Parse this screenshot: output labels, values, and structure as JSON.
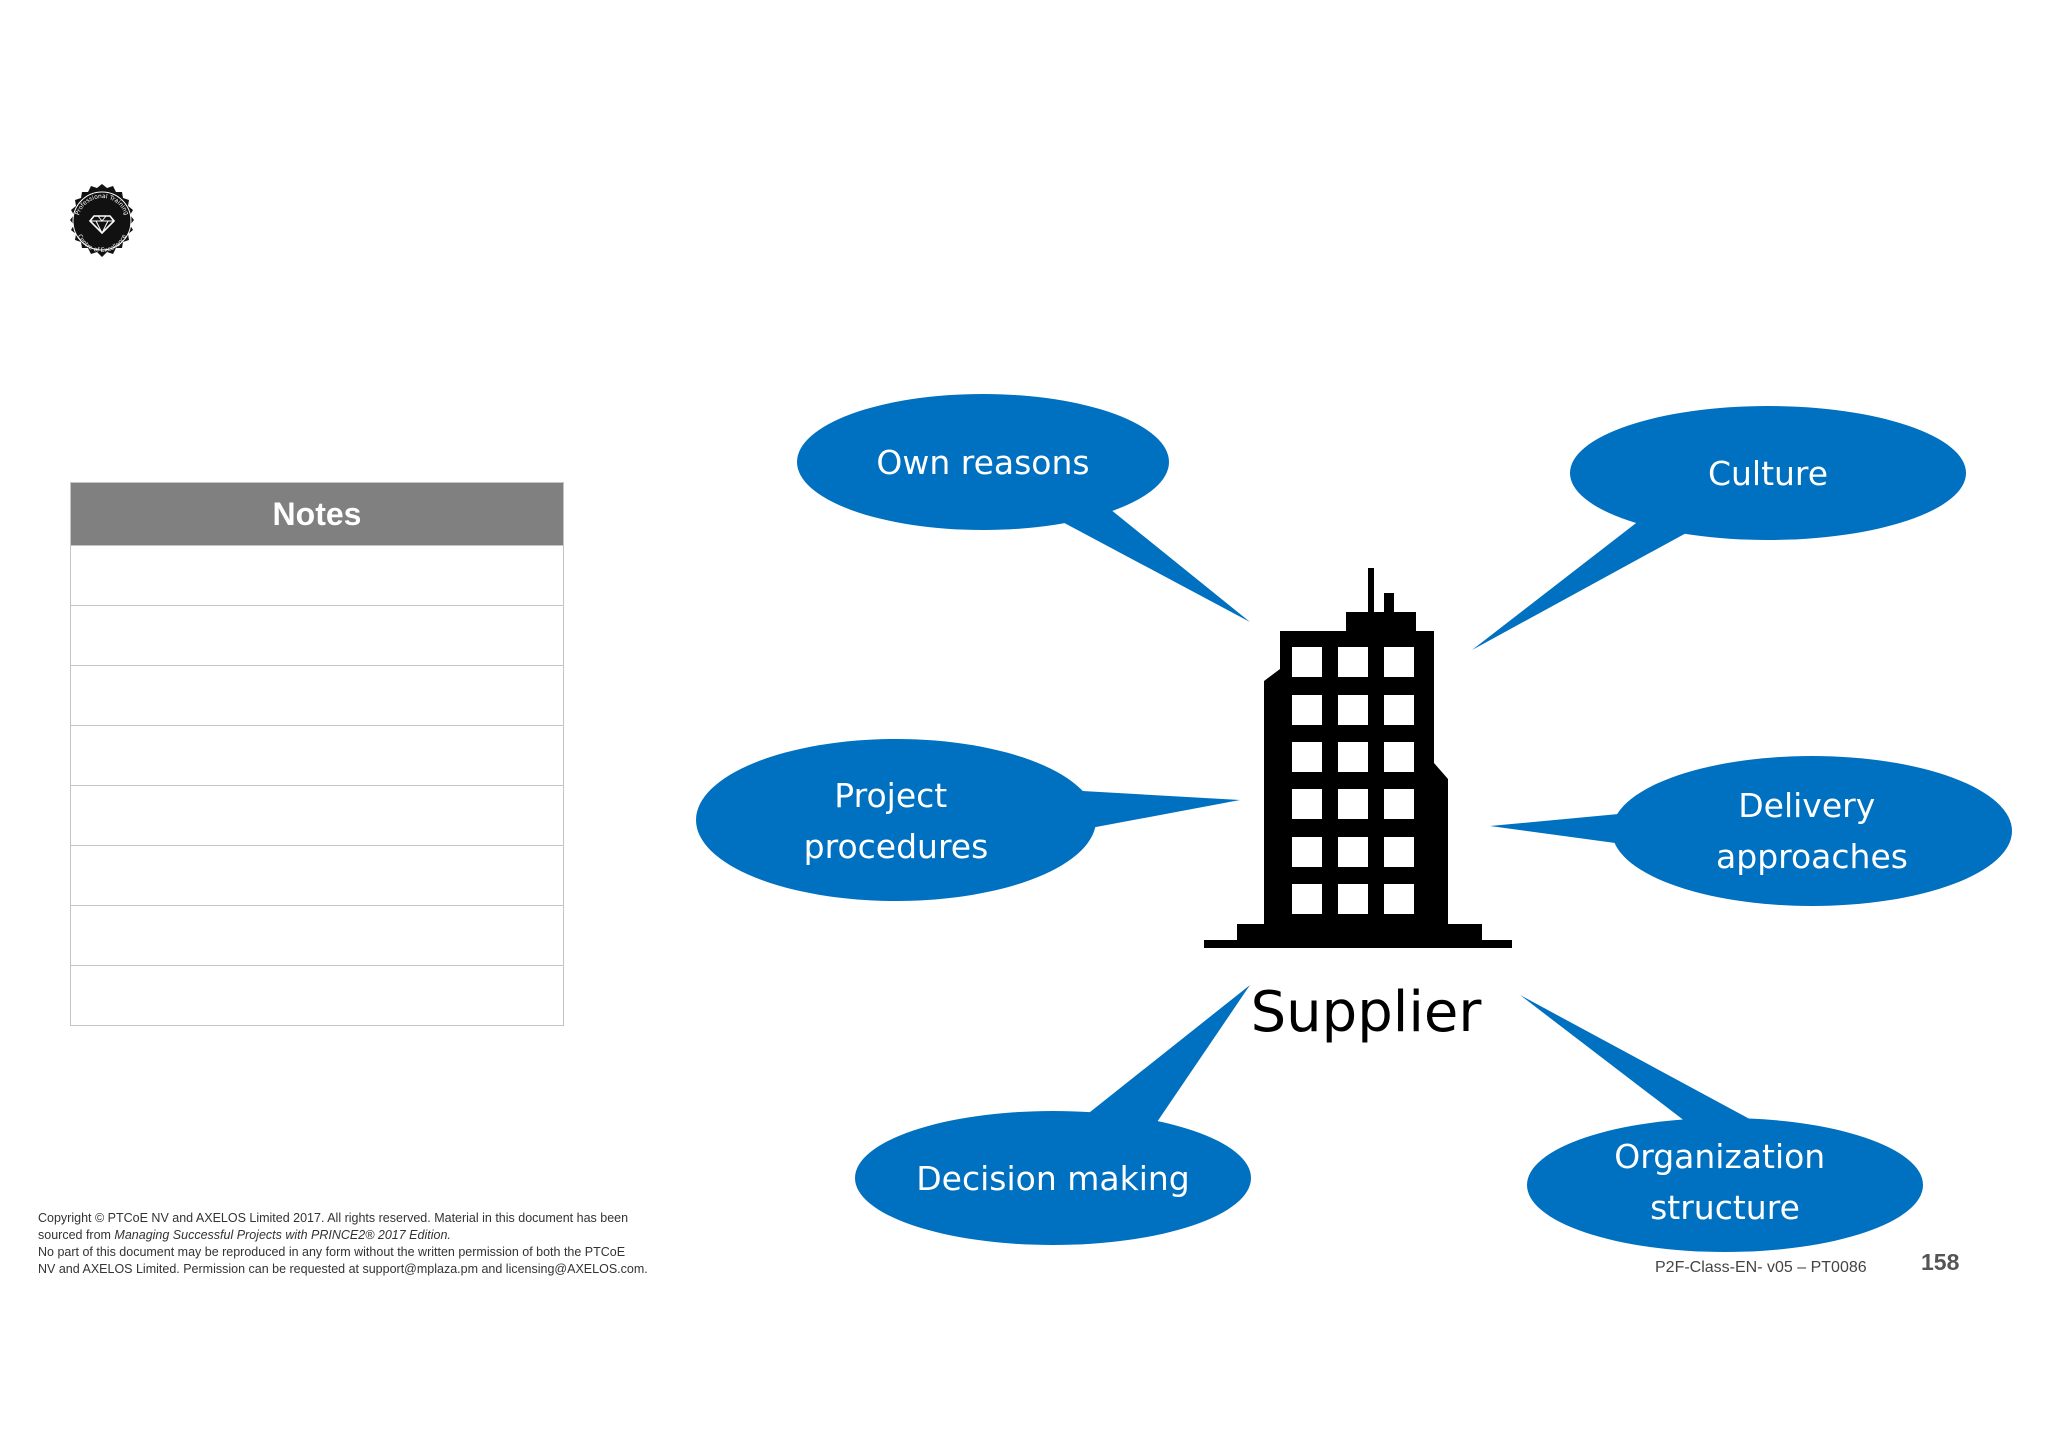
{
  "logo": {
    "icon": "diamond-seal-icon",
    "text_top": "Professional Training",
    "text_bottom": "Centre of Excellence"
  },
  "notes": {
    "header": "Notes",
    "rows": [
      "",
      "",
      "",
      "",
      "",
      "",
      "",
      ""
    ]
  },
  "diagram": {
    "center_label": "Supplier",
    "center_icon": "office-building-icon",
    "bubble_color": "#0070C0",
    "bubbles": {
      "own_reasons": [
        "Own reasons"
      ],
      "culture": [
        "Culture"
      ],
      "project_procedures": [
        "Project",
        "procedures"
      ],
      "delivery_approaches": [
        "Delivery",
        "approaches"
      ],
      "decision_making": [
        "Decision making"
      ],
      "organization_structure": [
        "Organization",
        "structure"
      ]
    }
  },
  "footer": {
    "copyright_line1": "Copyright © PTCoE NV and AXELOS Limited 2017. All rights reserved. Material in this document has been",
    "copyright_line2_prefix": "sourced from ",
    "copyright_line2_title": "Managing Successful Projects with PRINCE2® 2017 Edition.",
    "copyright_line3": "No part of this document may be reproduced in any form without the written permission of both the PTCoE",
    "copyright_line4": "NV and AXELOS Limited. Permission can be requested at support@mplaza.pm and licensing@AXELOS.com.",
    "doc_code": "P2F-Class-EN- v05 – PT0086",
    "page_number": "158"
  }
}
